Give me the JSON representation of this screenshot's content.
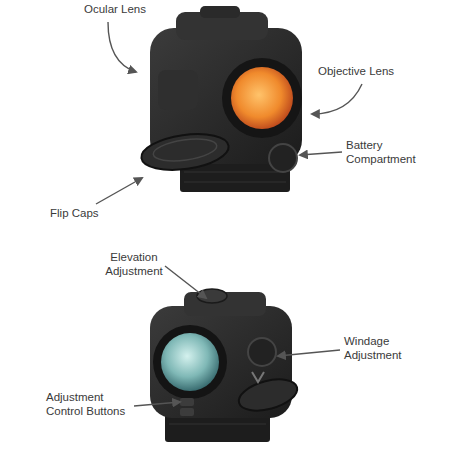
{
  "diagram": {
    "labels": [
      "Ocular Lens",
      "Objective Lens",
      "Battery Compartment",
      "Flip Caps",
      "Elevation Adjustment",
      "Windage Adjustment",
      "Adjustment Control Buttons"
    ]
  }
}
